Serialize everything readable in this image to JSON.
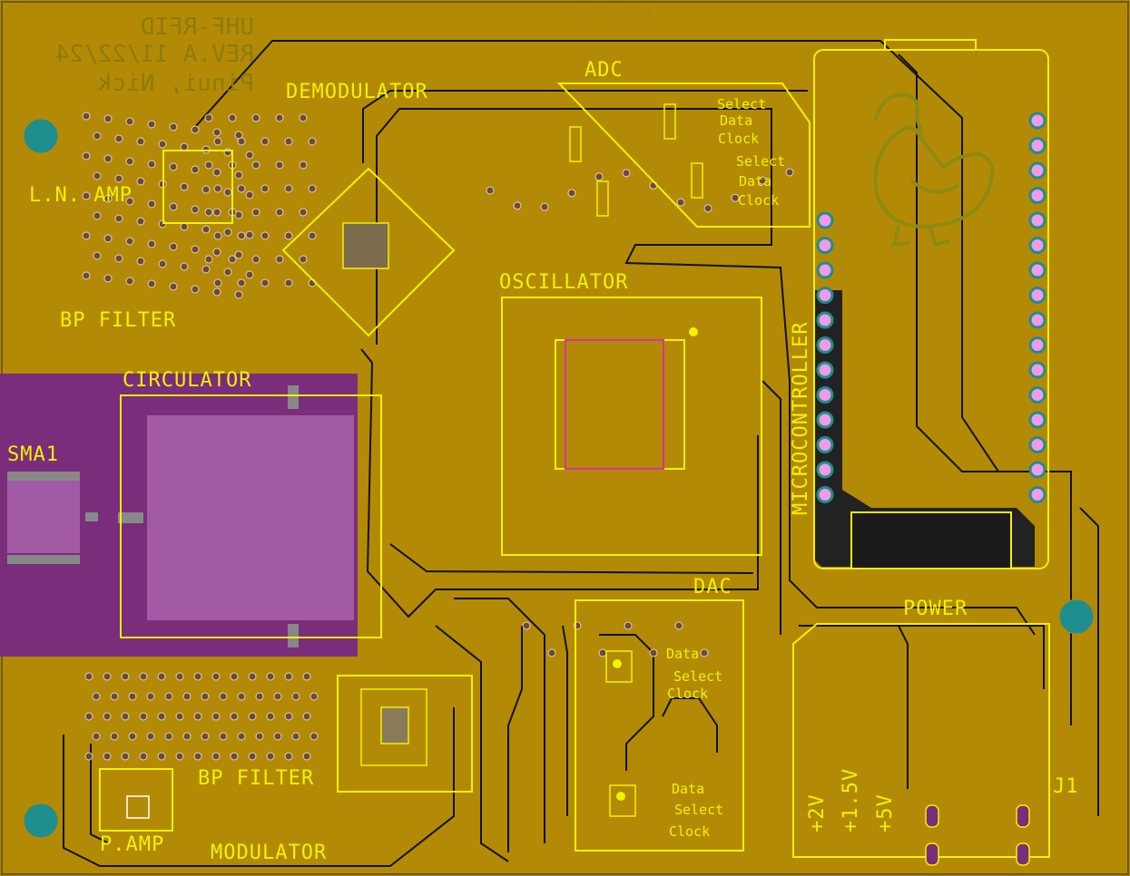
{
  "board": {
    "copper": "#b38a06",
    "silkscreen": "#f2f200",
    "trace": "#111111",
    "keepout": "#7a2d7a",
    "pad": "#f09ae8",
    "mounting_hole": "#1f8e8e"
  },
  "ghost_text": {
    "line1": "UHF-RFID",
    "line2": "REV.A 11/22/24",
    "line3": "Pinui, Nick",
    "top": "101.155 Gr?"
  },
  "blocks": {
    "ln_amp": "L.N. AMP",
    "demodulator": "DEMODULATOR",
    "adc": "ADC",
    "bp_filter_top": "BP FILTER",
    "circulator": "CIRCULATOR",
    "sma": "SMA1",
    "oscillator": "OSCILLATOR",
    "microcontroller": "MICROCONTROLLER",
    "dac": "DAC",
    "power": "POWER",
    "j1": "J1",
    "bp_filter_bottom": "BP FILTER",
    "p_amp": "P.AMP",
    "modulator": "MODULATOR"
  },
  "adc_pins": {
    "a": [
      "Select",
      "Data",
      "Clock"
    ],
    "b": [
      "Select",
      "Data",
      "Clock"
    ]
  },
  "dac_pins": {
    "a": [
      "Data",
      "Select",
      "Clock"
    ],
    "b": [
      "Data",
      "Select",
      "Clock"
    ]
  },
  "power_rails": [
    "+2V",
    "+1.5V",
    "+5V"
  ],
  "icons": [
    "duck-logo-icon",
    "mounting-hole-icon",
    "via-icon"
  ]
}
